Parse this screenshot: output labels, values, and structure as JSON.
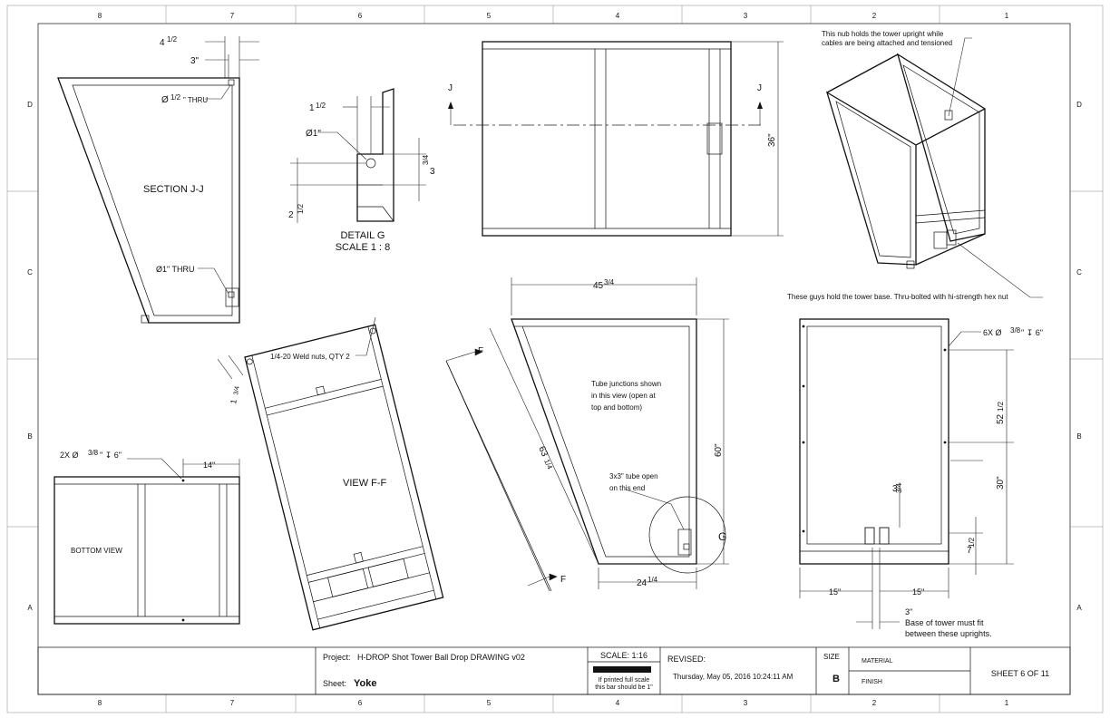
{
  "zone_columns": [
    "8",
    "7",
    "6",
    "5",
    "4",
    "3",
    "2",
    "1"
  ],
  "zone_rows": [
    "D",
    "C",
    "B",
    "A"
  ],
  "views": {
    "section_jj": {
      "title": "SECTION J-J",
      "dim_top": "4",
      "dim_top_frac": "1/2",
      "dim_second": "3\"",
      "hole_top": "Ø",
      "hole_top_frac": "1/2",
      "hole_top_suffix": "\" THRU",
      "hole_bottom": "Ø1\" THRU"
    },
    "detail_g": {
      "title": "DETAIL G",
      "scale": "SCALE 1 : 8",
      "dim_a": "1",
      "dim_a_frac": "1/2",
      "dim_b": "Ø1\"",
      "dim_c": "3",
      "dim_c_frac": "3/4",
      "dim_d": "2",
      "dim_d_frac": "1/2"
    },
    "top_view": {
      "section_letter_left": "J",
      "section_letter_right": "J",
      "height_dim": "36\""
    },
    "iso_view": {
      "note_nub_1": "This nub holds the tower upright while",
      "note_nub_2": "cables are being attached and tensioned",
      "note_base": "These guys hold the tower base.  Thru-bolted with hi-strength hex nut"
    },
    "view_ff": {
      "title": "VIEW F-F",
      "weld_nuts": "1/4-20 Weld nuts, QTY 2",
      "dim_small": "1",
      "dim_small_frac": "3/4"
    },
    "side_view": {
      "width_dim": "45",
      "width_frac": "3/4",
      "section_letter_top": "F",
      "section_letter_bottom": "F",
      "diag_dim": "63",
      "diag_frac": "1/4",
      "height_dim": "60\"",
      "note_junctions_1": "Tube junctions shown",
      "note_junctions_2": "in this view (open at",
      "note_junctions_3": "top and bottom)",
      "note_tube_1": "3x3\" tube open",
      "note_tube_2": "on this end",
      "bottom_dim": "24",
      "bottom_frac": "1/4",
      "detail_letter": "G"
    },
    "bottom_view": {
      "title": "BOTTOM VIEW",
      "holes": "2X Ø",
      "holes_frac": "3/8",
      "holes_suffix": "\" ↧ 6\"",
      "dim_14": "14\""
    },
    "front_view": {
      "holes": "6X Ø",
      "holes_frac": "3/8",
      "holes_suffix": "\" ↧ 6\"",
      "dim_52": "52",
      "dim_52_frac": "1/2",
      "dim_30": "30\"",
      "dim_3": "3",
      "dim_3_frac": "3/4",
      "dim_7": "7",
      "dim_7_frac": "1/2",
      "dim_15_left": "15\"",
      "dim_15_right": "15\"",
      "dim_3in": "3\"",
      "note_base_1": "Base of tower must fit",
      "note_base_2": "between these uprights."
    }
  },
  "title_block": {
    "project_label": "Project:",
    "project_value": "H-DROP Shot Tower Ball Drop DRAWING v02",
    "sheet_label": "Sheet:",
    "sheet_value": "Yoke",
    "scale_label": "SCALE: 1:16",
    "scale_note_1": "If printed full scale",
    "scale_note_2": "this bar should be 1\"",
    "revised_label": "REVISED:",
    "revised_value": "Thursday, May 05, 2016 10:24:11 AM",
    "size_label": "SIZE",
    "size_value": "B",
    "material_label": "MATERIAL",
    "finish_label": "FINISH",
    "sheet_number": "SHEET 6 OF 11"
  }
}
